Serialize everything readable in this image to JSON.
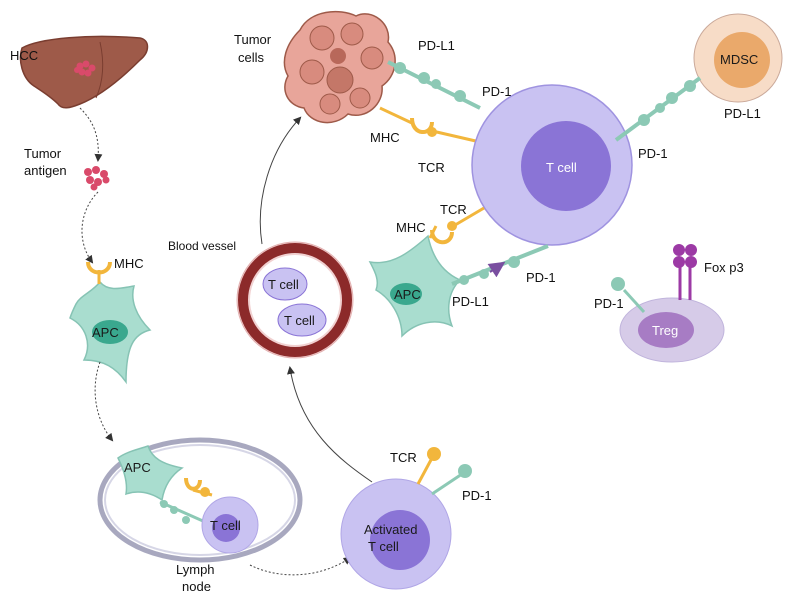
{
  "labels": {
    "hcc": "HCC",
    "tumor_antigen_1": "Tumor",
    "tumor_antigen_2": "antigen",
    "mhc_left": "MHC",
    "apc_left": "APC",
    "apc_node": "APC",
    "tcell_node": "T cell",
    "lymph_1": "Lymph",
    "lymph_2": "node",
    "activated_1": "Activated",
    "activated_2": "T cell",
    "tcr_activated": "TCR",
    "pd1_activated": "PD-1",
    "blood_vessel": "Blood vessel",
    "vessel_tcell_1": "T cell",
    "vessel_tcell_2": "T cell",
    "tumor_cells_1": "Tumor",
    "tumor_cells_2": "cells",
    "pdl1_tumor": "PD-L1",
    "pd1_tumor": "PD-1",
    "mhc_tumor": "MHC",
    "tcr_tumor": "TCR",
    "tcell_main": "T cell",
    "mdsc": "MDSC",
    "pdl1_mdsc": "PD-L1",
    "pd1_mdsc": "PD-1",
    "mhc_apc2": "MHC",
    "tcr_apc2": "TCR",
    "apc_2": "APC",
    "pdl1_apc2": "PD-L1",
    "pd1_apc2": "PD-1",
    "pd1_treg": "PD-1",
    "foxp3": "Fox p3",
    "treg": "Treg"
  },
  "colors": {
    "liver": "#9e5a49",
    "tumor_spot": "#d94a6a",
    "apc": "#a9ddcf",
    "apc_nucleus": "#3aa88e",
    "tcell_outer": "#c9c2f2",
    "tcell_inner": "#8a74d6",
    "ligand": "#8cc9b5",
    "receptor": "#f2b63c",
    "vessel": "#8c2a2a",
    "mdsc_outer": "#f7dcc7",
    "mdsc_inner": "#eaa96b",
    "treg_outer": "#d6cbe8",
    "treg_inner": "#a77cc4",
    "foxp3": "#9c3aa5"
  }
}
